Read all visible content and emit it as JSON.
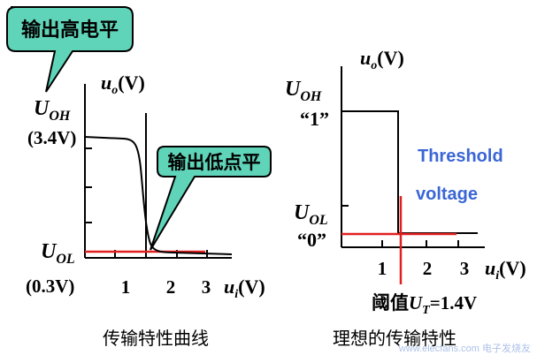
{
  "left_panel": {
    "callout_high": "输出高电平",
    "callout_low": "输出低点平",
    "y_axis": {
      "symbol": "u",
      "subscript": "o",
      "unit": "(V)"
    },
    "x_axis": {
      "symbol": "u",
      "subscript": "i",
      "unit": "(V)"
    },
    "uoh": {
      "symbol": "U",
      "subscript": "OH",
      "value": "(3.4V)"
    },
    "uol": {
      "symbol": "U",
      "subscript": "OL",
      "value": "(0.3V)"
    },
    "x_ticks": [
      "1",
      "2",
      "3"
    ],
    "caption": "传输特性曲线"
  },
  "right_panel": {
    "y_axis": {
      "symbol": "u",
      "subscript": "o",
      "unit": "(V)"
    },
    "x_axis": {
      "symbol": "u",
      "subscript": "i",
      "unit": "(V)"
    },
    "uoh": {
      "symbol": "U",
      "subscript": "OH",
      "logic": "“1”"
    },
    "uol": {
      "symbol": "U",
      "subscript": "OL",
      "logic": "“0”"
    },
    "x_ticks": [
      "1",
      "2",
      "3"
    ],
    "threshold_en_line1": "Threshold",
    "threshold_en_line2": "voltage",
    "threshold_cn_prefix": "阈值",
    "threshold_symbol": "U",
    "threshold_subscript": "T",
    "threshold_value": "=1.4V",
    "caption": "理想的传输特性"
  },
  "watermark": "www.elecfans.com 电子发烧友",
  "colors": {
    "callout_fill": "#5fd4b8",
    "red": "#e02020",
    "blue": "#3a66d6",
    "black": "#000000"
  }
}
